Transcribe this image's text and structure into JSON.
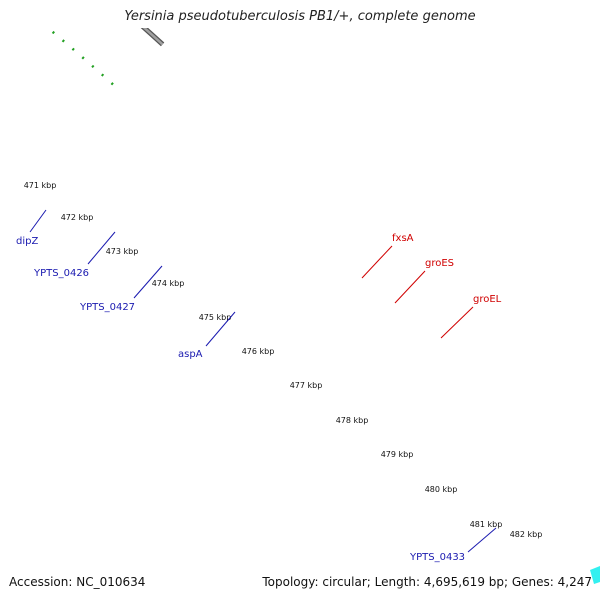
{
  "title": "Yersinia pseudotuberculosis PB1/+, complete genome",
  "footer": {
    "accession": "Accession: NC_010634",
    "stats": "Topology: circular; Length: 4,695,619 bp; Genes: 4,247"
  },
  "colors": {
    "backbone": "#8a8a8a",
    "gc_ticks": "#22a022",
    "cyan": "#33f0f0",
    "red": "#ee1010",
    "blue": "#1010e0",
    "grey": "#c8c8c8",
    "khaki": "#bdb76b",
    "steelblue": "#4a7fb5",
    "darkslate": "#483d8b",
    "pink": "#f08080",
    "label_blue": "#1a1ab0",
    "label_red": "#d00000"
  },
  "ticks": [
    "471 kbp",
    "472 kbp",
    "473 kbp",
    "474 kbp",
    "475 kbp",
    "476 kbp",
    "477 kbp",
    "478 kbp",
    "479 kbp",
    "480 kbp",
    "481 kbp",
    "482 kbp"
  ],
  "gene_labels": [
    {
      "name": "dipZ",
      "color": "label_blue"
    },
    {
      "name": "YPTS_0426",
      "color": "label_blue"
    },
    {
      "name": "YPTS_0427",
      "color": "label_blue"
    },
    {
      "name": "aspA",
      "color": "label_blue"
    },
    {
      "name": "fxsA",
      "color": "label_red"
    },
    {
      "name": "groES",
      "color": "label_red"
    },
    {
      "name": "groEL",
      "color": "label_red"
    },
    {
      "name": "YPTS_0433",
      "color": "label_blue"
    }
  ]
}
